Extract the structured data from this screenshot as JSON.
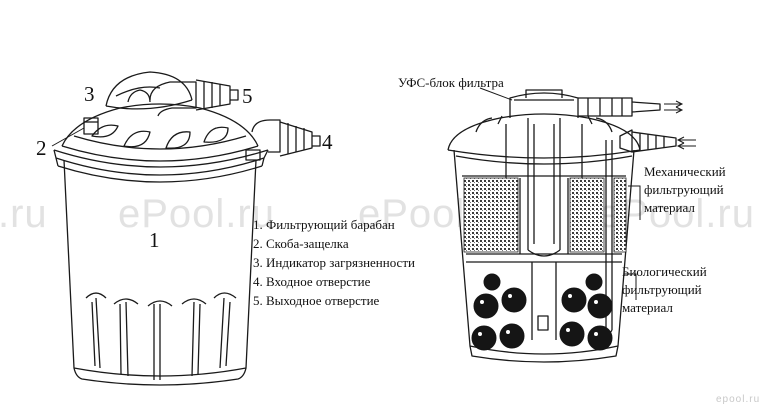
{
  "watermark": {
    "text": "ePool.ru",
    "short": ".ru",
    "logo": "epool.ru"
  },
  "left_diagram": {
    "callout_numbers": [
      "1",
      "2",
      "3",
      "4",
      "5"
    ],
    "legend": [
      "1. Фильтрующий барабан",
      "2. Скоба-защелка",
      "3. Индикатор загрязненности",
      "4. Входное отверстие",
      "5. Выходное отверстие"
    ]
  },
  "right_diagram": {
    "uv_label": "УФС-блок фильтра",
    "mech_label": [
      "Механический",
      "фильтрующий",
      "материал"
    ],
    "bio_label": [
      "Биологический",
      "фильтрующий",
      "материал"
    ]
  }
}
